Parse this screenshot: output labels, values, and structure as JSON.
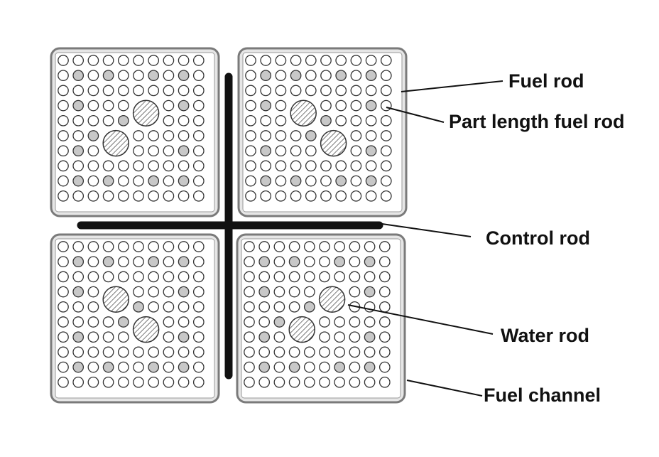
{
  "labels": {
    "fuel_rod": "Fuel rod",
    "part_length_fuel_rod": "Part length fuel rod",
    "control_rod": "Control rod",
    "water_rod": "Water rod",
    "fuel_channel": "Fuel channel"
  },
  "grid": {
    "rows": 10,
    "cols": 10
  },
  "colors": {
    "channel_border": "#7a7a7a",
    "channel_fill": "#e6e6e6",
    "rod_stroke": "#333333",
    "part_length_fill": "#c8c8c8",
    "control_rod": "#111111",
    "arrow": "#111111"
  },
  "assemblies": [
    {
      "id": "top-left",
      "part_length_rods": [
        [
          1,
          1
        ],
        [
          1,
          3
        ],
        [
          1,
          6
        ],
        [
          1,
          8
        ],
        [
          3,
          1
        ],
        [
          3,
          8
        ],
        [
          4,
          4
        ],
        [
          5,
          2
        ],
        [
          6,
          1
        ],
        [
          6,
          8
        ],
        [
          8,
          1
        ],
        [
          8,
          3
        ],
        [
          8,
          6
        ],
        [
          8,
          8
        ]
      ],
      "water_rods": [
        [
          3.5,
          5.5
        ],
        [
          5.5,
          3.5
        ]
      ]
    },
    {
      "id": "top-right",
      "part_length_rods": [
        [
          1,
          1
        ],
        [
          1,
          3
        ],
        [
          1,
          6
        ],
        [
          1,
          8
        ],
        [
          3,
          1
        ],
        [
          3,
          8
        ],
        [
          4,
          5
        ],
        [
          5,
          4
        ],
        [
          6,
          1
        ],
        [
          6,
          8
        ],
        [
          8,
          1
        ],
        [
          8,
          3
        ],
        [
          8,
          6
        ],
        [
          8,
          8
        ]
      ],
      "water_rods": [
        [
          3.5,
          3.5
        ],
        [
          5.5,
          5.5
        ]
      ]
    },
    {
      "id": "bottom-left",
      "part_length_rods": [
        [
          1,
          1
        ],
        [
          1,
          3
        ],
        [
          1,
          6
        ],
        [
          1,
          8
        ],
        [
          3,
          1
        ],
        [
          3,
          8
        ],
        [
          4,
          5
        ],
        [
          5,
          4
        ],
        [
          6,
          1
        ],
        [
          6,
          8
        ],
        [
          8,
          1
        ],
        [
          8,
          3
        ],
        [
          8,
          6
        ],
        [
          8,
          8
        ]
      ],
      "water_rods": [
        [
          3.5,
          3.5
        ],
        [
          5.5,
          5.5
        ]
      ]
    },
    {
      "id": "bottom-right",
      "part_length_rods": [
        [
          1,
          1
        ],
        [
          1,
          3
        ],
        [
          1,
          6
        ],
        [
          1,
          8
        ],
        [
          3,
          1
        ],
        [
          3,
          8
        ],
        [
          4,
          4
        ],
        [
          5,
          2
        ],
        [
          6,
          1
        ],
        [
          6,
          8
        ],
        [
          8,
          1
        ],
        [
          8,
          3
        ],
        [
          8,
          6
        ],
        [
          8,
          8
        ]
      ],
      "water_rods": [
        [
          3.5,
          5.5
        ],
        [
          5.5,
          3.5
        ]
      ]
    }
  ]
}
